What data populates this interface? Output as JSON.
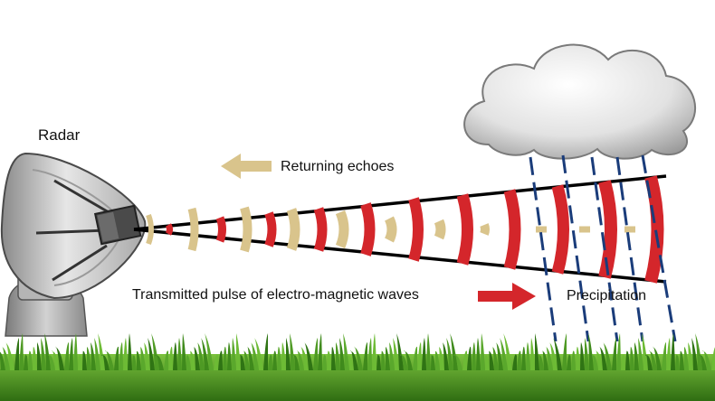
{
  "labels": {
    "radar": "Radar",
    "returning": "Returning echoes",
    "transmitted": "Transmitted pulse of electro-magnetic waves",
    "precipitation": "Precipitation"
  },
  "colors": {
    "transmitted_wave": "#d4262b",
    "echo_wave": "#d9c48c",
    "beam_edge": "#000000",
    "rain": "#1a3c7a",
    "cloud": "#e4e4e4",
    "grass": "#4e9a24",
    "dish": "#c9c9c9"
  },
  "icons": {
    "radar": "radar-dish-icon",
    "cloud": "cloud-icon",
    "returning_arrow": "arrow-left-icon",
    "transmitted_arrow": "arrow-right-icon"
  }
}
